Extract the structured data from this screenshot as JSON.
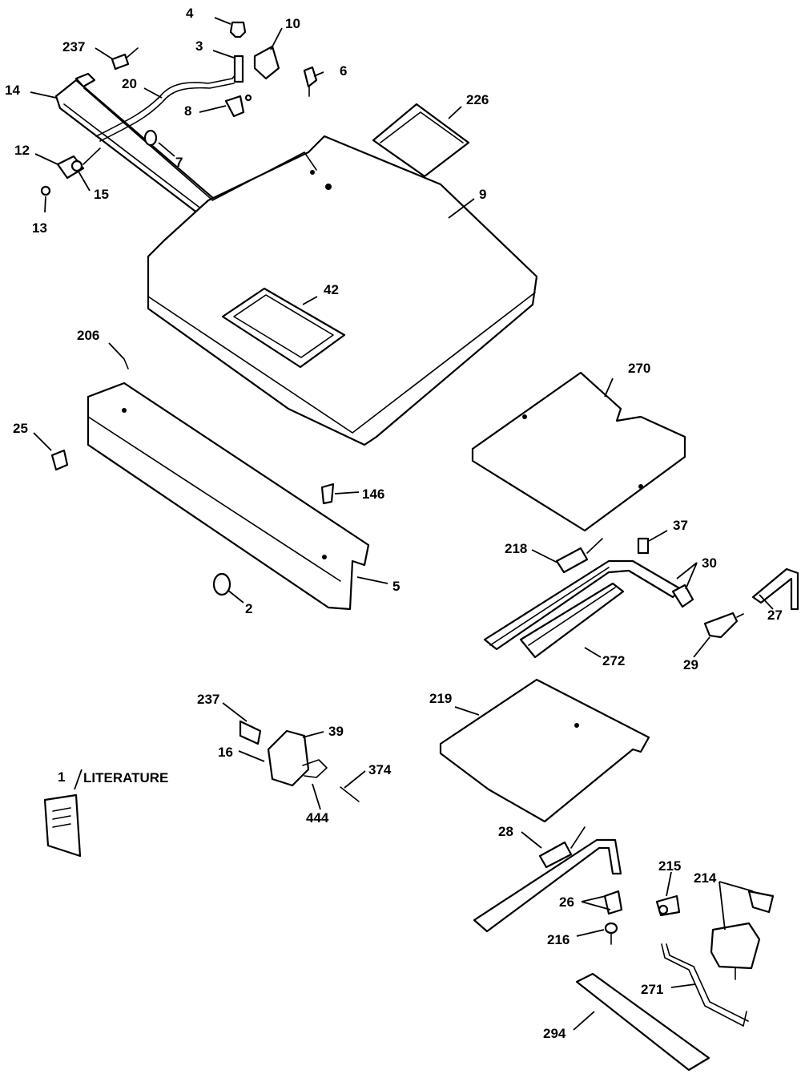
{
  "labels": {
    "p4": "4",
    "p10": "10",
    "p237a": "237",
    "p3": "3",
    "p6": "6",
    "p14": "14",
    "p20": "20",
    "p8": "8",
    "p226": "226",
    "p7": "7",
    "p12": "12",
    "p15": "15",
    "p13": "13",
    "p9": "9",
    "p42": "42",
    "p206": "206",
    "p25a": "25",
    "p270": "270",
    "p146": "146",
    "p5": "5",
    "p2": "2",
    "p218": "218",
    "p37": "37",
    "p30": "30",
    "p27": "27",
    "p272": "272",
    "p29": "29",
    "p237b": "237",
    "p39": "39",
    "p16": "16",
    "p374": "374",
    "p444": "444",
    "p219": "219",
    "p1": "1",
    "literature": "LITERATURE",
    "p28": "28",
    "p215": "215",
    "p214": "214",
    "p26": "26",
    "p216": "216",
    "p271": "271",
    "p294": "294"
  }
}
